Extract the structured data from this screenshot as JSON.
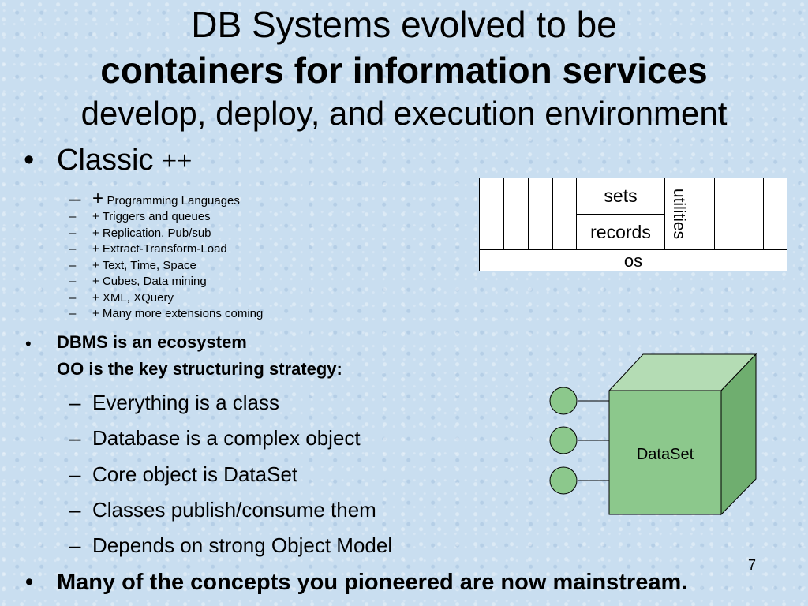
{
  "title": {
    "line1": "DB Systems evolved to be",
    "line2": "containers for information services",
    "line3": "develop, deploy, and execution environment"
  },
  "classic": {
    "bullet": "•",
    "label": "Classic",
    "suffix": "++",
    "sub": [
      {
        "dash": "–",
        "plus": "+",
        "text": "Programming Languages"
      },
      {
        "dash": "–",
        "text": "+ Triggers and queues"
      },
      {
        "dash": "–",
        "text": "+ Replication, Pub/sub"
      },
      {
        "dash": "–",
        "text": "+ Extract-Transform-Load"
      },
      {
        "dash": "–",
        "text": "+ Text, Time, Space"
      },
      {
        "dash": "–",
        "text": "+ Cubes, Data mining"
      },
      {
        "dash": "–",
        "text": "+ XML, XQuery"
      },
      {
        "dash": "–",
        "text": "+ Many more extensions coming"
      }
    ]
  },
  "ecosystem": {
    "bullet": "•",
    "line1": "DBMS is an ecosystem",
    "line2": "OO is the key structuring strategy:",
    "sub": [
      {
        "dash": "–",
        "text": "Everything is a class"
      },
      {
        "dash": "–",
        "text": "Database is a complex object"
      },
      {
        "dash": "–",
        "text": "Core object is DataSet"
      },
      {
        "dash": "–",
        "text": "Classes publish/consume them"
      },
      {
        "dash": "–",
        "text": "Depends on strong Object Model"
      }
    ]
  },
  "final": {
    "bullet": "•",
    "text": "Many of the concepts you pioneered are now mainstream."
  },
  "diagram": {
    "sets": "sets",
    "records": "records",
    "utilities": "utilities",
    "os": "os",
    "dataset": "DataSet",
    "cube_color": "#8cc88c",
    "port_color": "#8cc88c"
  },
  "page_number": "7"
}
